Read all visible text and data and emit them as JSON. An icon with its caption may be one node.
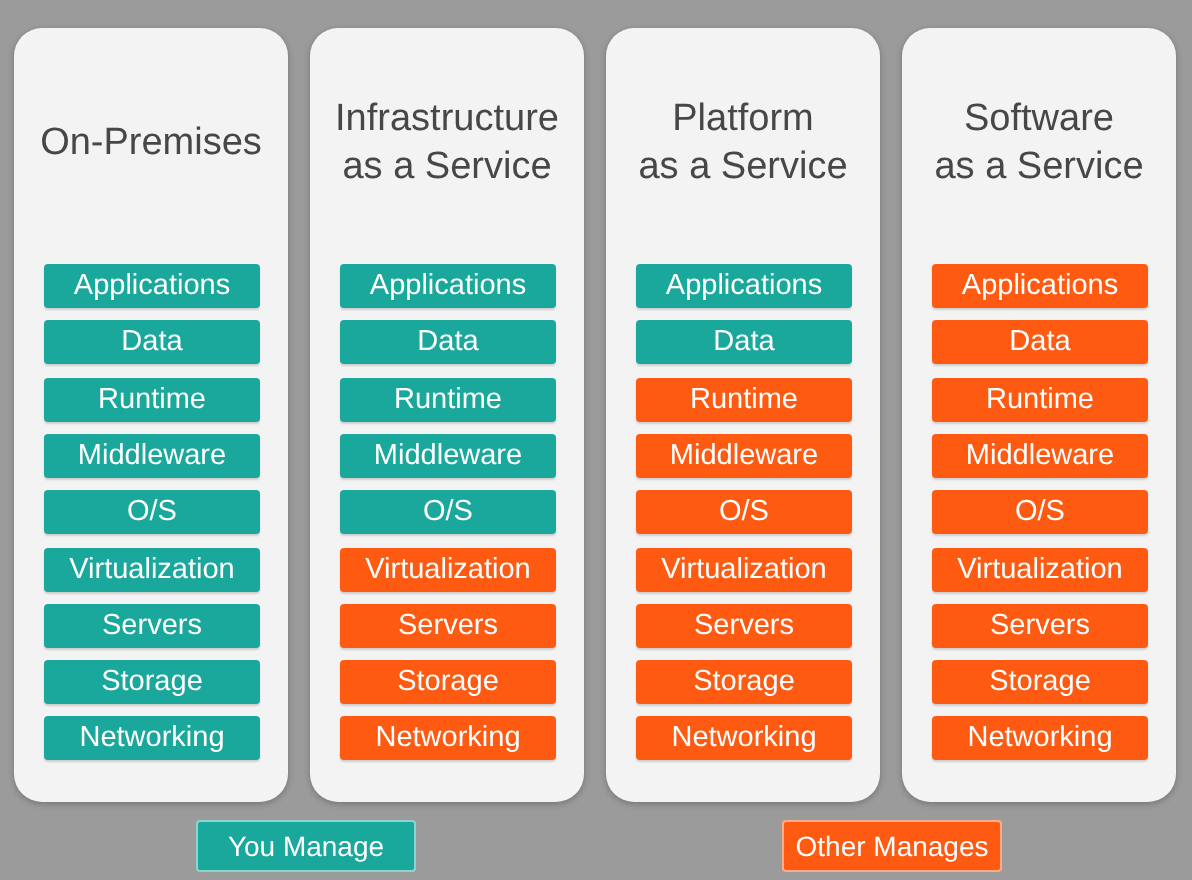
{
  "diagram": {
    "nodes": [
      {
        "text": [
          "On-Premises"
        ]
      },
      {
        "text": [
          "Applications"
        ],
        "in": 0
      },
      {
        "text": [
          "Data"
        ],
        "in": 0
      },
      {
        "text": [
          "Runtime"
        ],
        "in": 0
      },
      {
        "text": [
          "Middleware"
        ],
        "in": 0
      },
      {
        "text": [
          "O/S"
        ],
        "in": 0
      },
      {
        "text": [
          "Virtualization"
        ],
        "in": 0
      },
      {
        "text": [
          "Servers"
        ],
        "in": 0
      },
      {
        "text": [
          "Storage"
        ],
        "in": 0
      },
      {
        "text": [
          "Networking"
        ],
        "in": 0
      },
      {
        "text": [
          "Infrastructure as a Service"
        ]
      },
      {
        "text": [
          "Applications"
        ],
        "in": 10
      },
      {
        "text": [
          "Data"
        ],
        "in": 10
      },
      {
        "text": [
          "Runtime"
        ],
        "in": 10
      },
      {
        "text": [
          "Middleware"
        ],
        "in": 10
      },
      {
        "text": [
          "O/S"
        ],
        "in": 10
      },
      {
        "text": [
          "Virtualization"
        ],
        "in": 10
      },
      {
        "text": [
          "Servers"
        ],
        "in": 10
      },
      {
        "text": [
          "Storage"
        ],
        "in": 10
      },
      {
        "text": [
          "Networking"
        ],
        "in": 10
      },
      {
        "text": [
          "Platform as a Service"
        ]
      },
      {
        "text": [
          "Applications"
        ],
        "in": 20
      },
      {
        "text": [
          "Data"
        ],
        "in": 20
      },
      {
        "text": [
          "Runtime"
        ],
        "in": 20
      },
      {
        "text": [
          "Middleware"
        ],
        "in": 20
      },
      {
        "text": [
          "O/S"
        ],
        "in": 20
      },
      {
        "text": [
          "Virtualization"
        ],
        "in": 20
      },
      {
        "text": [
          "Servers"
        ],
        "in": 20
      },
      {
        "text": [
          "Storage"
        ],
        "in": 20
      },
      {
        "text": [
          "Networking"
        ],
        "in": 20
      },
      {
        "text": [
          "Software as a Service"
        ]
      },
      {
        "text": [
          "Applications"
        ],
        "in": 30
      },
      {
        "text": [
          "Data"
        ],
        "in": 30
      },
      {
        "text": [
          "Runtime"
        ],
        "in": 30
      },
      {
        "text": [
          "Middleware"
        ],
        "in": 30
      },
      {
        "text": [
          "O/S"
        ],
        "in": 30
      },
      {
        "text": [
          "Virtualization"
        ],
        "in": 30
      },
      {
        "text": [
          "Servers"
        ],
        "in": 30
      },
      {
        "text": [
          "Storage"
        ],
        "in": 30
      },
      {
        "text": [
          "Networking"
        ],
        "in": 30
      }
    ],
    "edges": [],
    "legend": [
      {
        "text": "You Manage",
        "color": "#1aa89c"
      },
      {
        "text": "Other Manages",
        "color": "#fe5a12"
      }
    ]
  }
}
